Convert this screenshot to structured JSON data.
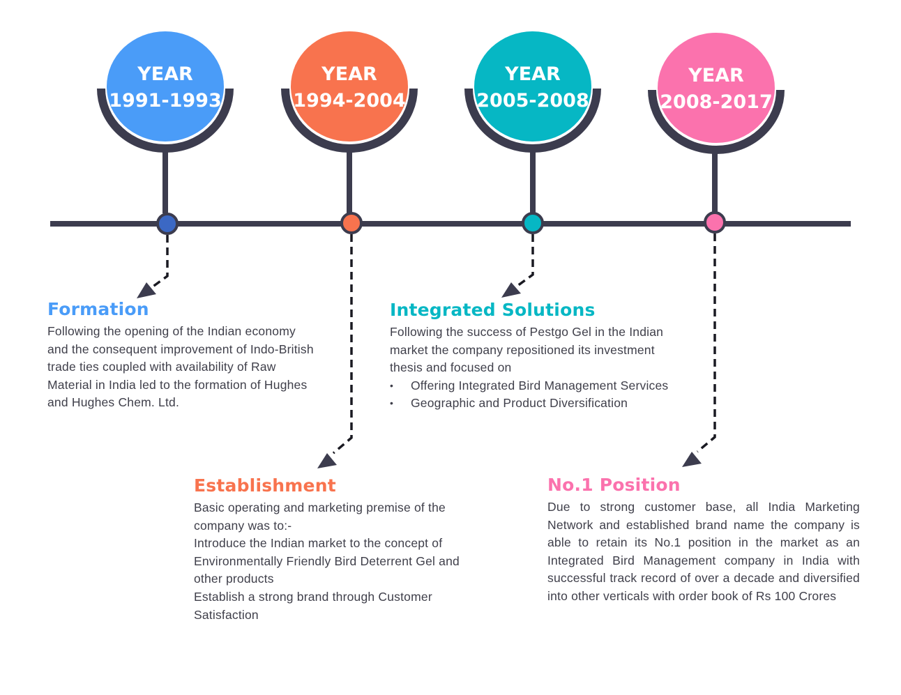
{
  "colors": {
    "line": "#3c3c4e",
    "blue": "#4a9cf8",
    "orange": "#f8734e",
    "teal": "#06b7c4",
    "pink": "#fb72ad",
    "text": "#3f3f4a"
  },
  "milestones": [
    {
      "label": "YEAR",
      "years": "1991-1993",
      "heading": "Formation",
      "color": "#4a9cf8",
      "dot_color": "#3b68c4",
      "paragraphs": [
        "Following the opening of the Indian economy and the consequent improvement of Indo-British trade ties coupled with availability of Raw Material in India led to the formation of Hughes and Hughes Chem. Ltd."
      ],
      "bullets": []
    },
    {
      "label": "YEAR",
      "years": "1994-2004",
      "heading": "Establishment",
      "color": "#f8734e",
      "dot_color": "#f8734e",
      "paragraphs": [
        "Basic operating and marketing premise of the company was to:-",
        "Introduce the Indian market to the concept of Environmentally Friendly Bird Deterrent Gel and other products",
        "Establish a strong brand through Customer Satisfaction"
      ],
      "bullets": []
    },
    {
      "label": "YEAR",
      "years": "2005-2008",
      "heading": "Integrated Solutions",
      "color": "#06b7c4",
      "dot_color": "#06b7c4",
      "paragraphs": [
        "Following the success of Pestgo Gel in the Indian market the company repositioned its investment thesis and focused on"
      ],
      "bullets": [
        "Offering Integrated Bird Management Services",
        "Geographic and Product Diversification"
      ]
    },
    {
      "label": "YEAR",
      "years": "2008-2017",
      "heading": "No.1 Position",
      "color": "#fb72ad",
      "dot_color": "#fb72ad",
      "paragraphs": [
        "Due to strong customer base, all India Marketing Network and established brand name the company is able to retain its No.1 position in the market as an Integrated Bird Management company in India with successful track record of over a decade and diversified into other verticals with order book of Rs 100 Crores"
      ],
      "bullets": []
    }
  ]
}
